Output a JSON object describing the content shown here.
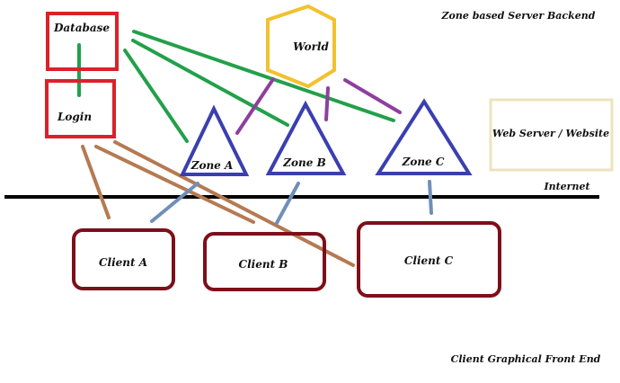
{
  "title": "Zone based Server Backend",
  "footer": "Client Graphical Front End",
  "internet_label": "Internet",
  "colors": {
    "server_box": "#d9222b",
    "world": "#f2c12e",
    "zone": "#3a3fb0",
    "web_server": "#ece3bd",
    "client_box": "#7d0f1a",
    "db_link": "#22a04a",
    "world_link": "#8e3f9e",
    "login_link": "#b57a52",
    "zone_client_link": "#6f8fb8",
    "internet_line": "#000000"
  },
  "nodes": {
    "database": "Database",
    "login": "Login",
    "world": "World",
    "zone_a": "Zone A",
    "zone_b": "Zone B",
    "zone_c": "Zone C",
    "web_server": "Web Server / Website",
    "client_a": "Client A",
    "client_b": "Client B",
    "client_c": "Client C"
  },
  "connections": [
    {
      "from": "database",
      "to": "login",
      "type": "db_link"
    },
    {
      "from": "database",
      "to": "zone_a",
      "type": "db_link"
    },
    {
      "from": "database",
      "to": "zone_b",
      "type": "db_link"
    },
    {
      "from": "database",
      "to": "zone_c",
      "type": "db_link"
    },
    {
      "from": "world",
      "to": "zone_a",
      "type": "world_link"
    },
    {
      "from": "world",
      "to": "zone_b",
      "type": "world_link"
    },
    {
      "from": "world",
      "to": "zone_c",
      "type": "world_link"
    },
    {
      "from": "login",
      "to": "client_a",
      "type": "login_link"
    },
    {
      "from": "login",
      "to": "client_b",
      "type": "login_link"
    },
    {
      "from": "login",
      "to": "client_c",
      "type": "login_link"
    },
    {
      "from": "zone_a",
      "to": "client_a",
      "type": "zone_client_link"
    },
    {
      "from": "zone_b",
      "to": "client_b",
      "type": "zone_client_link"
    },
    {
      "from": "zone_c",
      "to": "client_c",
      "type": "zone_client_link"
    }
  ]
}
